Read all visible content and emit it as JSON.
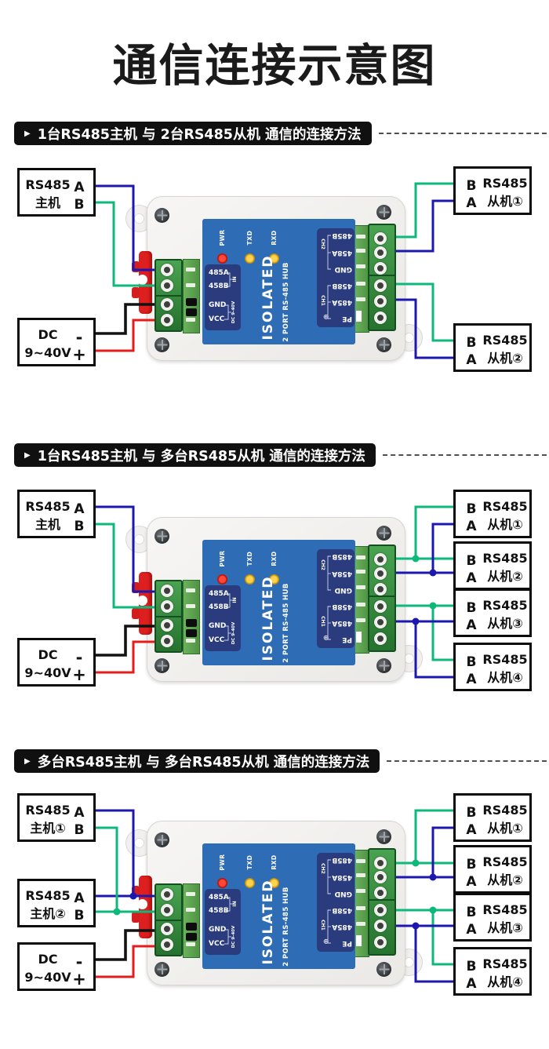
{
  "title": "通信连接示意图",
  "colors": {
    "header_bg": "#101010",
    "wire_blue": "#1c18ae",
    "wire_green": "#0db87b",
    "wire_red": "#e51c1c",
    "wire_black": "#121212",
    "panel_blue": "#2e6cb5",
    "panel_navy": "#2a3c7e",
    "led_red": "#e2342a",
    "led_amber": "#e8b01f",
    "terminal_green": "#2f8b3a",
    "case_white": "#f3f2f0"
  },
  "sections": [
    {
      "heading": "1台RS485主机 与 2台RS485从机 通信的连接方法",
      "left_boxes": [
        {
          "line1": "RS485",
          "line2": "主机",
          "term1": "A",
          "term2": "B"
        },
        {
          "line1": "DC",
          "line2": "9~40V",
          "term1": "-",
          "term2": "+"
        }
      ],
      "right_boxes": [
        {
          "term1": "B",
          "term2": "A",
          "line1": "RS485",
          "line2": "从机①"
        },
        {
          "term1": "B",
          "term2": "A",
          "line1": "RS485",
          "line2": "从机②"
        }
      ]
    },
    {
      "heading": "1台RS485主机 与 多台RS485从机 通信的连接方法",
      "left_boxes": [
        {
          "line1": "RS485",
          "line2": "主机",
          "term1": "A",
          "term2": "B"
        },
        {
          "line1": "DC",
          "line2": "9~40V",
          "term1": "-",
          "term2": "+"
        }
      ],
      "right_boxes": [
        {
          "term1": "B",
          "term2": "A",
          "line1": "RS485",
          "line2": "从机①"
        },
        {
          "term1": "B",
          "term2": "A",
          "line1": "RS485",
          "line2": "从机②"
        },
        {
          "term1": "B",
          "term2": "A",
          "line1": "RS485",
          "line2": "从机③"
        },
        {
          "term1": "B",
          "term2": "A",
          "line1": "RS485",
          "line2": "从机④"
        }
      ]
    },
    {
      "heading": "多台RS485主机 与 多台RS485从机 通信的连接方法",
      "left_boxes": [
        {
          "line1": "RS485",
          "line2": "主机①",
          "term1": "A",
          "term2": "B"
        },
        {
          "line1": "RS485",
          "line2": "主机②",
          "term1": "A",
          "term2": "B"
        },
        {
          "line1": "DC",
          "line2": "9~40V",
          "term1": "-",
          "term2": "+"
        }
      ],
      "right_boxes": [
        {
          "term1": "B",
          "term2": "A",
          "line1": "RS485",
          "line2": "从机①"
        },
        {
          "term1": "B",
          "term2": "A",
          "line1": "RS485",
          "line2": "从机②"
        },
        {
          "term1": "B",
          "term2": "A",
          "line1": "RS485",
          "line2": "从机③"
        },
        {
          "term1": "B",
          "term2": "A",
          "line1": "RS485",
          "line2": "从机④"
        }
      ]
    }
  ],
  "device": {
    "leds": [
      {
        "label": "PWR"
      },
      {
        "label": "TXD"
      },
      {
        "label": "RXD"
      }
    ],
    "input_panel": {
      "row1": "485A",
      "row2": "458B",
      "row3": "GND",
      "row4": "VCC",
      "bracket1": "IN",
      "bracket2": "DC 9-40V"
    },
    "center_line1": "ISOLATED",
    "center_line2": "2 PORT RS-485 HUB",
    "output_panel": {
      "row1": "485B",
      "row2": "458A",
      "row3": "GND",
      "row4": "458B",
      "row5": "485A",
      "row6": "PE",
      "ch_top": "CH2",
      "ch_bottom": "CH1",
      "pe_symbol": "⊕"
    }
  }
}
